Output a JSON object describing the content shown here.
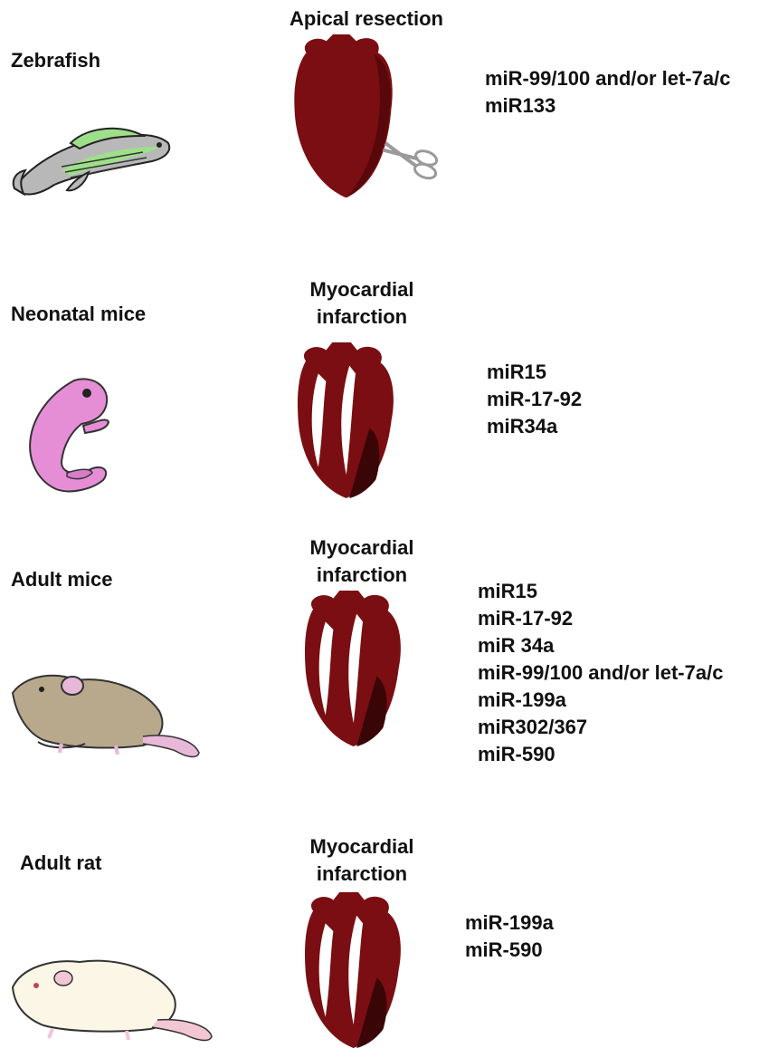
{
  "rows": [
    {
      "animal": "Zebrafish",
      "procedure_lines": [
        "Apical resection"
      ],
      "mirnas": [
        "miR-99/100 and/or let-7a/c",
        "miR133"
      ],
      "icon": "zebrafish-icon"
    },
    {
      "animal": "Neonatal mice",
      "procedure_lines": [
        "Myocardial",
        "infarction"
      ],
      "mirnas": [
        "miR15",
        "miR-17-92",
        "miR34a"
      ],
      "icon": "neonatal-mouse-icon"
    },
    {
      "animal": "Adult  mice",
      "procedure_lines": [
        "Myocardial",
        "infarction"
      ],
      "mirnas": [
        "miR15",
        "miR-17-92",
        "miR 34a",
        "miR-99/100 and/or let-7a/c",
        "miR-199a",
        "miR302/367",
        "miR-590"
      ],
      "icon": "adult-mouse-icon"
    },
    {
      "animal": "Adult rat",
      "procedure_lines": [
        "Myocardial",
        "infarction"
      ],
      "mirnas": [
        "miR-199a",
        "miR-590"
      ],
      "icon": "adult-rat-icon"
    }
  ],
  "colors": {
    "heart": "#7a0e12",
    "heart_dark": "#4a0608",
    "heart_infarct": "#3a0506",
    "fish_body": "#b8b8b8",
    "fish_belly": "#9ee08a",
    "neonate": "#e58ed6",
    "adult_mouse": "#b8a98d",
    "rat": "#fbf6e6",
    "scissors": "#9a9a9a"
  }
}
